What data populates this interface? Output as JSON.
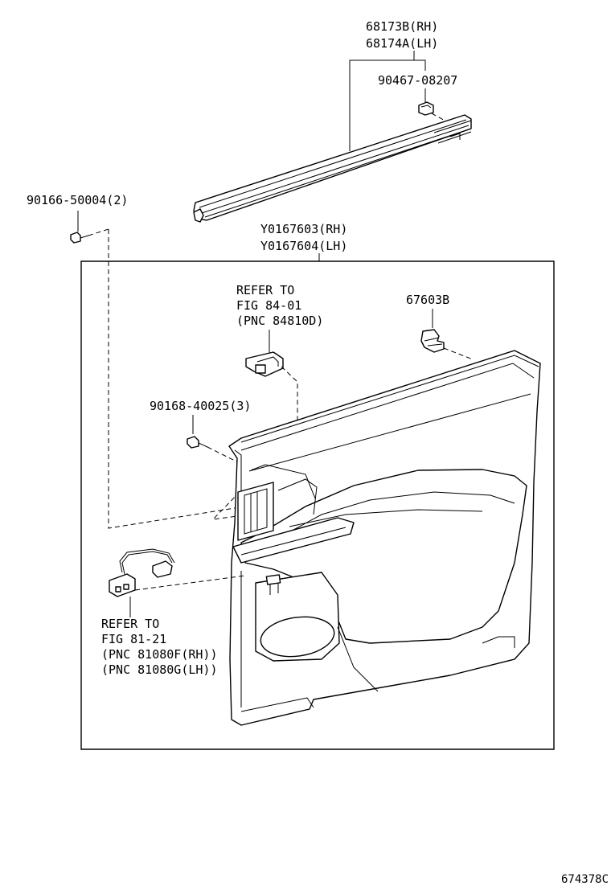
{
  "labels": {
    "molding_rh": "68173B(RH)",
    "molding_lh": "68174A(LH)",
    "clip_part": "90467-08207",
    "screw_part": "90166-50004(2)",
    "panel_rh": "Y0167603(RH)",
    "panel_lh": "Y0167604(LH)",
    "refer1_line1": "REFER TO",
    "refer1_line2": "FIG 84-01",
    "refer1_line3": "(PNC 84810D)",
    "fastener_part": "67603B",
    "screw2_part": "90168-40025(3)",
    "refer2_line1": "REFER TO",
    "refer2_line2": "FIG 81-21",
    "refer2_line3": "(PNC 81080F(RH))",
    "refer2_line4": "(PNC 81080G(LH))",
    "figure_code": "674378C"
  }
}
